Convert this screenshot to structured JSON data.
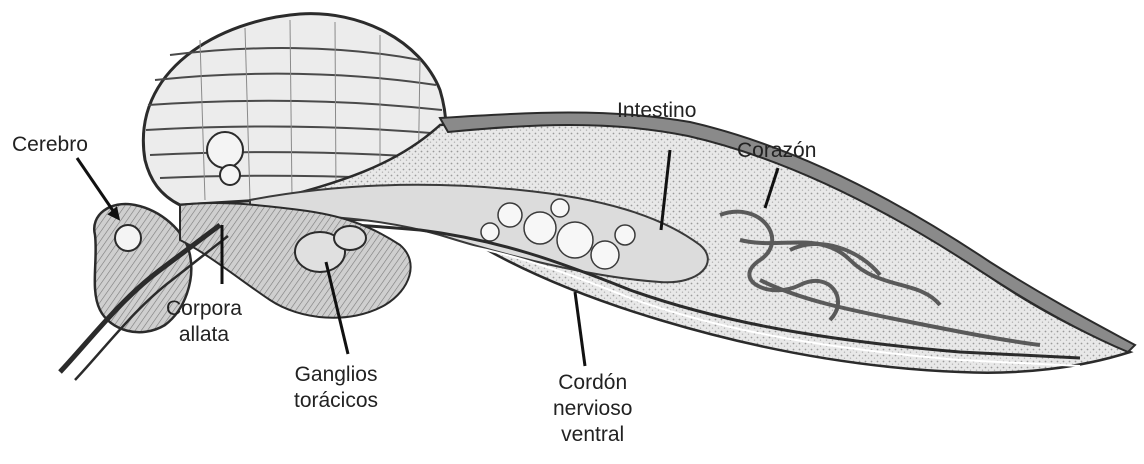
{
  "labels": {
    "cerebro": "Cerebro",
    "corpora_allata": "Corpora\nallata",
    "ganglios_toracicos": "Ganglios\ntorácicos",
    "intestino": "Intestino",
    "corazon": "Corazón",
    "cordon_nervioso_ventral": "Cordón\nnervioso\nventral"
  },
  "colors": {
    "ink": "#2b2b2b",
    "tissue": "#d9d9d9",
    "dark_tissue": "#8a8a8a",
    "muscle": "#e6e6e6",
    "light": "#f4f4f4"
  }
}
